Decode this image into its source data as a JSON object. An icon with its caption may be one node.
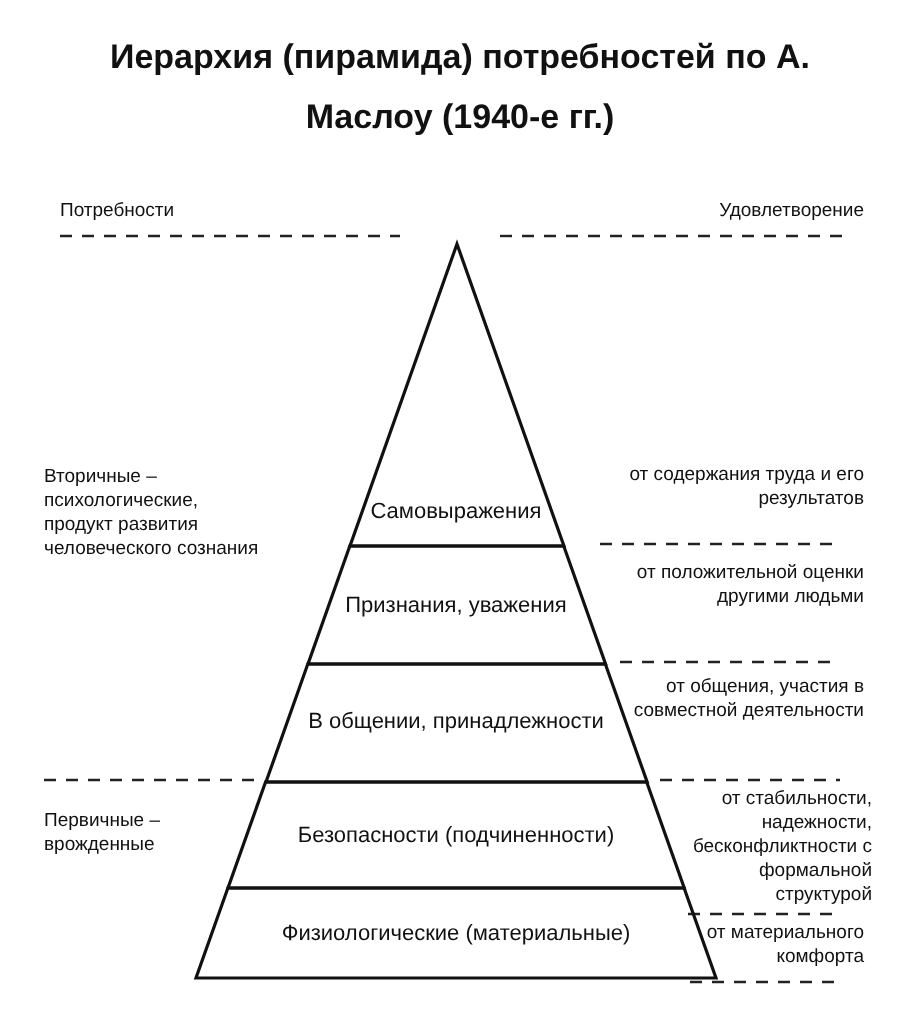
{
  "diagram": {
    "title": "Иерархия (пирамида) потребностей по А. Маслоу (1940-е гг.)",
    "nodes": [
      {
        "text": [
          "Самовыражения"
        ]
      },
      {
        "text": [
          "Признания, уважения"
        ]
      },
      {
        "text": [
          "В общении, принадлежности"
        ]
      },
      {
        "text": [
          "Безопасности (подчиненности)"
        ]
      },
      {
        "text": [
          "Физиологические (материальные)"
        ]
      }
    ],
    "edges": [],
    "labels": [
      "Потребности",
      "Удовлетворение",
      "Вторичные – психологические, продукт развития человеческого сознания",
      "от содержания труда и его результатов",
      "от положительной оценки другими людьми",
      "от общения, участия в совместной деятельности",
      "Первичные – врожденные",
      "от стабильности, надежности, бесконфликтности с формальной структурой",
      "от материального комфорта"
    ]
  }
}
